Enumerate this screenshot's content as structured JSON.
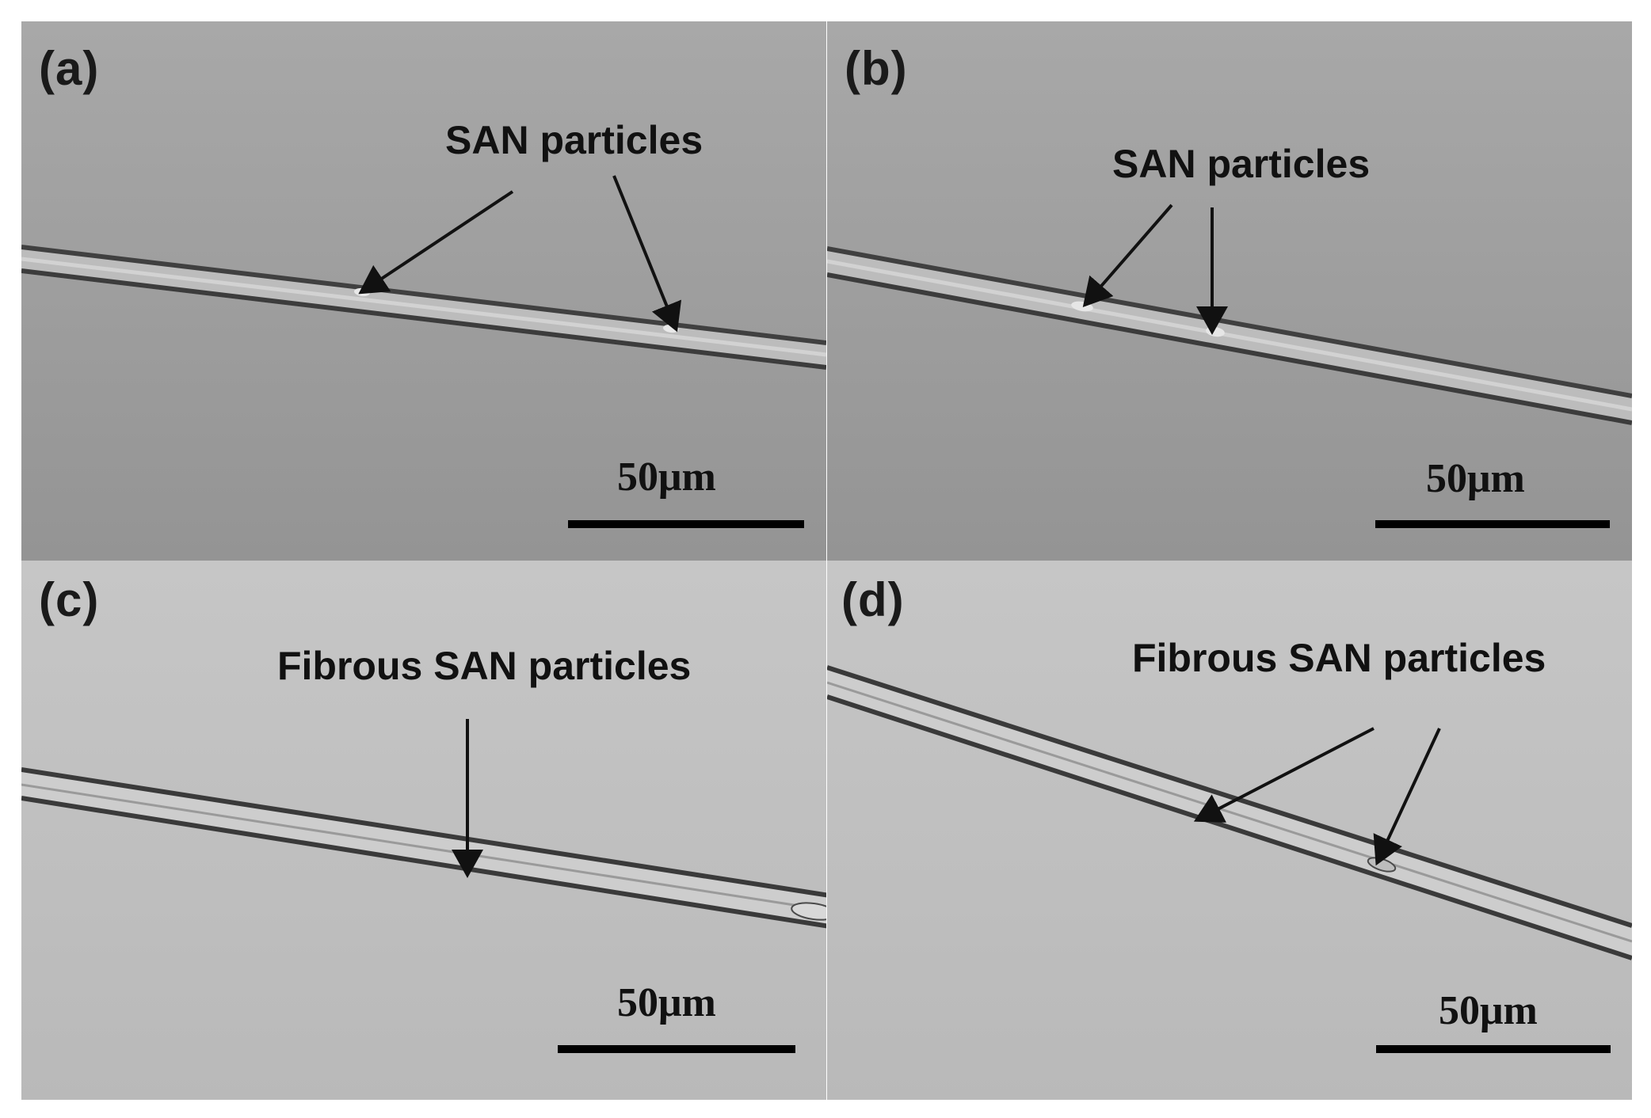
{
  "panels": [
    {
      "letter": "(a)",
      "annotation": "SAN particles",
      "scale_label": "50μm"
    },
    {
      "letter": "(b)",
      "annotation": "SAN particles",
      "scale_label": "50μm"
    },
    {
      "letter": "(c)",
      "annotation": "Fibrous SAN particles",
      "scale_label": "50μm"
    },
    {
      "letter": "(d)",
      "annotation": "Fibrous SAN particles",
      "scale_label": "50μm"
    }
  ],
  "colors": {
    "top_background": "#9c9c9c",
    "bottom_background": "#bdbdbd",
    "fiber_dark": "#3a3a3a",
    "fiber_light": "#cfcfcf"
  }
}
